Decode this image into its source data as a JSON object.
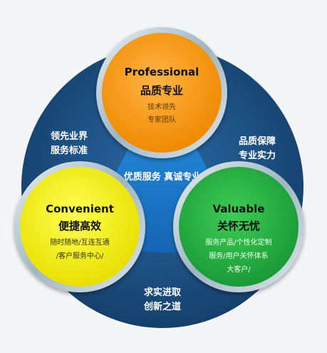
{
  "center": {
    "text": "优质服务 真诚专业"
  },
  "arcs": {
    "left": {
      "line1": "领先业界",
      "line2": "服务标准"
    },
    "right": {
      "line1": "品质保障",
      "line2": "专业实力"
    },
    "bottom": {
      "line1": "求实进取",
      "line2": "创新之道"
    }
  },
  "circles": {
    "professional": {
      "title_en": "Professional",
      "title_cn": "品质专业",
      "lines": [
        "技术领先",
        "专家团队"
      ],
      "fill": "#f7941d"
    },
    "convenient": {
      "title_en": "Convenient",
      "title_cn": "便捷高效",
      "lines": [
        "随时随地/互连互通",
        "/客户服务中心/"
      ],
      "fill": "#f2ee00"
    },
    "valuable": {
      "title_en": "Valuable",
      "title_cn": "关怀无忧",
      "lines": [
        "服务产品/个性化定制",
        "服务/用户关怀体系",
        "大客户/"
      ],
      "fill": "#22b045"
    }
  },
  "colors": {
    "outer_ring": "#1c4a78",
    "triangle": "#1f7fcf",
    "ring_metal": "#b9cbd3"
  }
}
